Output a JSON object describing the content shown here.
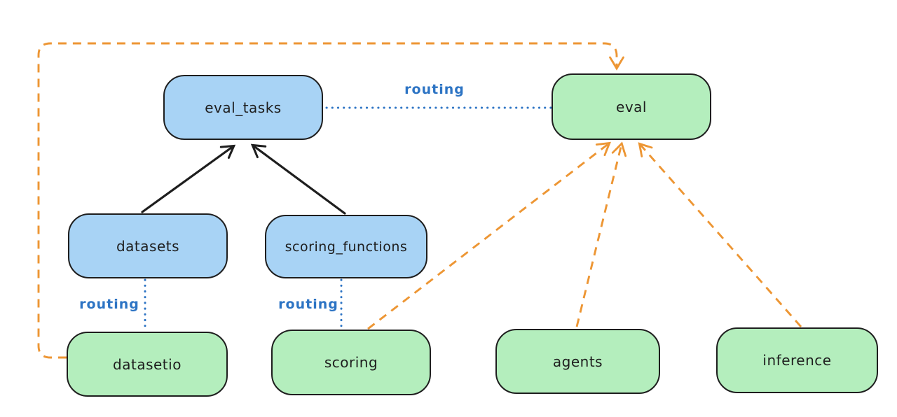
{
  "diagram": {
    "type": "architecture-graph",
    "background": "#ffffff",
    "colors": {
      "blue_fill": "#a8d3f5",
      "green_fill": "#b4eebd",
      "stroke_dark": "#1e1e1e",
      "routing_blue": "#2d74c4",
      "arrow_orange": "#ed9634",
      "bg": "#ffffff"
    },
    "nodes": [
      {
        "id": "eval_tasks",
        "label": "eval_tasks",
        "kind": "blue"
      },
      {
        "id": "eval",
        "label": "eval",
        "kind": "green"
      },
      {
        "id": "datasets",
        "label": "datasets",
        "kind": "blue"
      },
      {
        "id": "scoring_functions",
        "label": "scoring_functions",
        "kind": "blue"
      },
      {
        "id": "datasetio",
        "label": "datasetio",
        "kind": "green"
      },
      {
        "id": "scoring",
        "label": "scoring",
        "kind": "green"
      },
      {
        "id": "agents",
        "label": "agents",
        "kind": "green"
      },
      {
        "id": "inference",
        "label": "inference",
        "kind": "green"
      }
    ],
    "edges": [
      {
        "from": "eval_tasks",
        "to": "eval",
        "style": "dotted-blue",
        "label": "routing"
      },
      {
        "from": "datasets",
        "to": "datasetio",
        "style": "dotted-blue",
        "label": "routing"
      },
      {
        "from": "scoring_functions",
        "to": "scoring",
        "style": "dotted-blue",
        "label": "routing"
      },
      {
        "from": "datasets",
        "to": "eval_tasks",
        "style": "solid-black-arrow",
        "label": ""
      },
      {
        "from": "scoring_functions",
        "to": "eval_tasks",
        "style": "solid-black-arrow",
        "label": ""
      },
      {
        "from": "datasetio",
        "to": "eval",
        "style": "dashed-orange-arrow",
        "label": ""
      },
      {
        "from": "scoring",
        "to": "eval",
        "style": "dashed-orange-arrow",
        "label": ""
      },
      {
        "from": "agents",
        "to": "eval",
        "style": "dashed-orange-arrow",
        "label": ""
      },
      {
        "from": "inference",
        "to": "eval",
        "style": "dashed-orange-arrow",
        "label": ""
      }
    ]
  }
}
